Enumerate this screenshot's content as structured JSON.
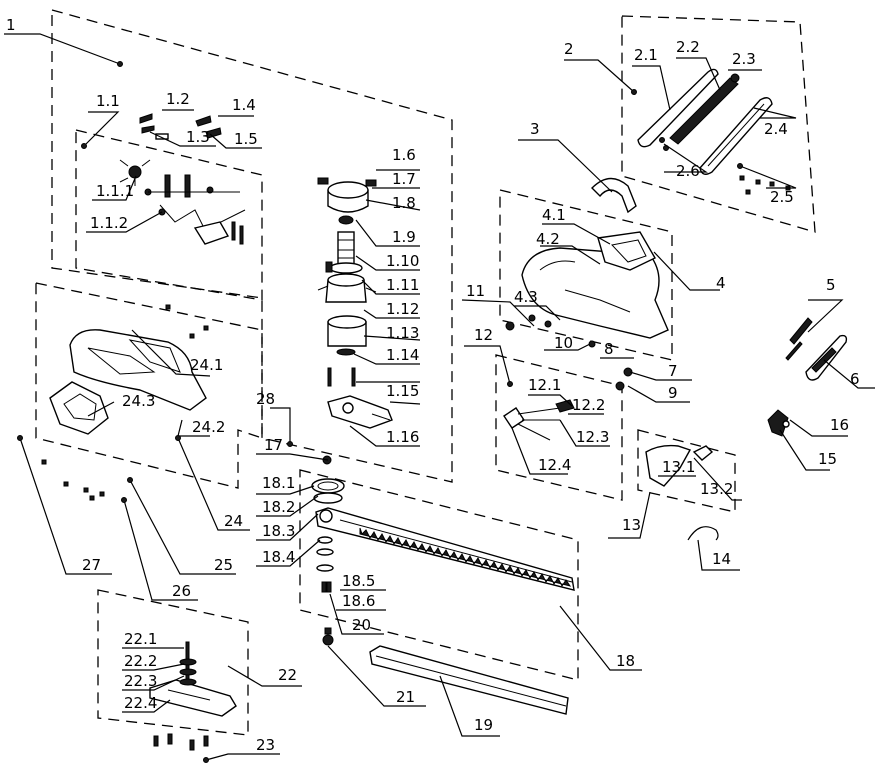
{
  "labels": {
    "l1": "1",
    "l1_1": "1.1",
    "l1_2": "1.2",
    "l1_3": "1.3",
    "l1_4": "1.4",
    "l1_5": "1.5",
    "l1_1_1": "1.1.1",
    "l1_1_2": "1.1.2",
    "l1_6": "1.6",
    "l1_7": "1.7",
    "l1_8": "1.8",
    "l1_9": "1.9",
    "l1_10": "1.10",
    "l1_11": "1.11",
    "l1_12": "1.12",
    "l1_13": "1.13",
    "l1_14": "1.14",
    "l1_15": "1.15",
    "l1_16": "1.16",
    "l2": "2",
    "l2_1": "2.1",
    "l2_2": "2.2",
    "l2_3": "2.3",
    "l2_4": "2.4",
    "l2_5": "2.5",
    "l2_6": "2.6",
    "l3": "3",
    "l4": "4",
    "l4_1": "4.1",
    "l4_2": "4.2",
    "l4_3": "4.3",
    "l5": "5",
    "l6": "6",
    "l7": "7",
    "l8": "8",
    "l9": "9",
    "l10": "10",
    "l11": "11",
    "l12": "12",
    "l12_1": "12.1",
    "l12_2": "12.2",
    "l12_3": "12.3",
    "l12_4": "12.4",
    "l13": "13",
    "l13_1": "13.1",
    "l13_2": "13.2",
    "l14": "14",
    "l15": "15",
    "l16": "16",
    "l17": "17",
    "l18": "18",
    "l18_1": "18.1",
    "l18_2": "18.2",
    "l18_3": "18.3",
    "l18_4": "18.4",
    "l18_5": "18.5",
    "l18_6": "18.6",
    "l19": "19",
    "l20": "20",
    "l21": "21",
    "l22": "22",
    "l22_1": "22.1",
    "l22_2": "22.2",
    "l22_3": "22.3",
    "l22_4": "22.4",
    "l23": "23",
    "l24": "24",
    "l24_1": "24.1",
    "l24_2": "24.2",
    "l24_3": "24.3",
    "l25": "25",
    "l26": "26",
    "l27": "27",
    "l28": "28"
  }
}
